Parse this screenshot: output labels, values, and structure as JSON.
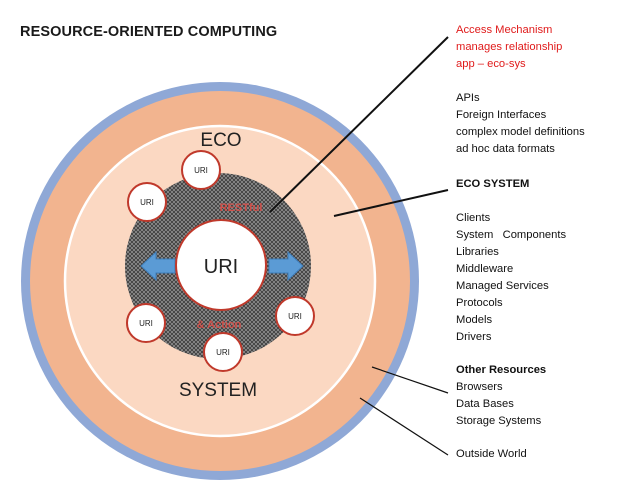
{
  "title": "RESOURCE-ORIENTED COMPUTING",
  "diagram": {
    "eco": "ECO",
    "system": "SYSTEM",
    "center": "URI",
    "node": "URI",
    "top_arc": "RESTful",
    "bottom_arc": "& Action",
    "colors": {
      "outer_ring": "#8fa8d6",
      "orange_ring": "#f2b48f",
      "inner_fill": "#fbd8c2",
      "core": "#4a4a4a",
      "node_border": "#c0392b",
      "arrow": "#5b9bd5",
      "arc_text": "#d0504a"
    }
  },
  "panel": {
    "access": {
      "title": "Access Mechanism",
      "line1": "manages relationship",
      "line2": "app – eco-sys",
      "color": "#e01b1b"
    },
    "apis": [
      "APIs",
      "Foreign Interfaces",
      "complex model definitions",
      "ad hoc data formats"
    ],
    "ecosystem": {
      "title": "ECO SYSTEM",
      "items": [
        "Clients",
        "System   Components",
        "Libraries",
        "Middleware",
        "Managed Services",
        "Protocols",
        "Models",
        "Drivers"
      ]
    },
    "other": {
      "title": "Other Resources",
      "items": [
        "Browsers",
        "Data Bases",
        "Storage Systems"
      ]
    },
    "outside": "Outside World"
  }
}
